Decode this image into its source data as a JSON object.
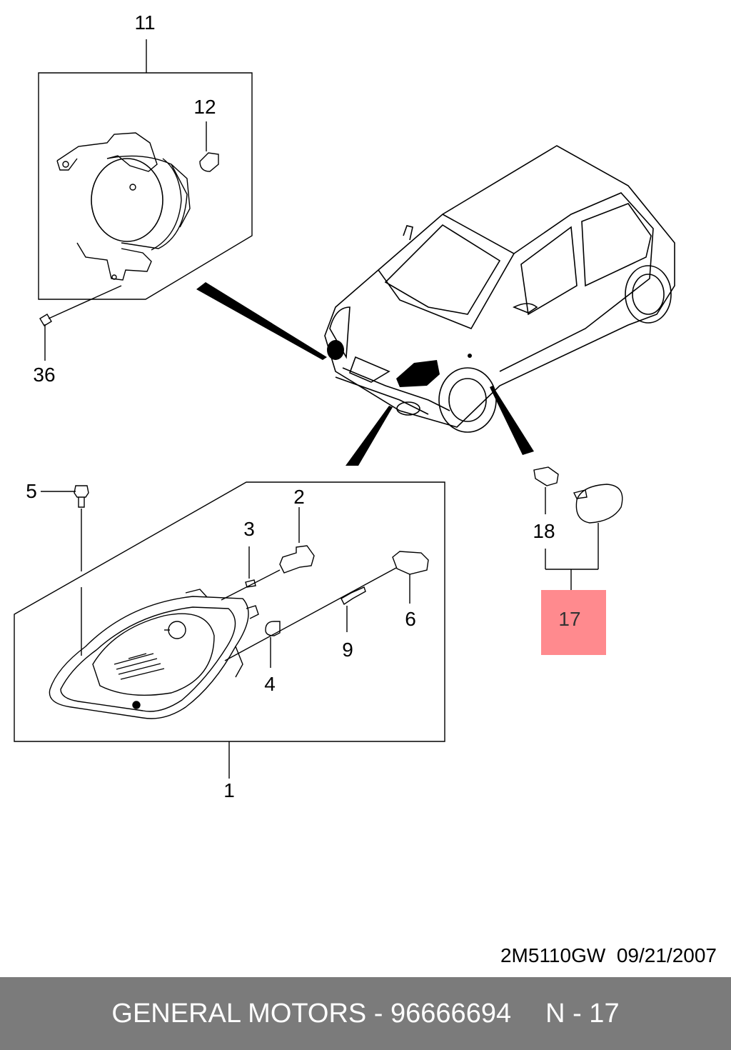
{
  "colors": {
    "highlight": "#ff8a8e",
    "footer_bg": "#7b7b7b",
    "line": "#000000"
  },
  "callouts": {
    "c11": "11",
    "c12": "12",
    "c36": "36",
    "c5": "5",
    "c2": "2",
    "c3": "3",
    "c6": "6",
    "c9": "9",
    "c4": "4",
    "c1": "1",
    "c18": "18",
    "c17": "17"
  },
  "drawing": {
    "code": "2M5110GW",
    "date": "09/21/2007"
  },
  "footer": {
    "brand_part": "GENERAL MOTORS - 96666694",
    "page_ref": "N - 17"
  }
}
